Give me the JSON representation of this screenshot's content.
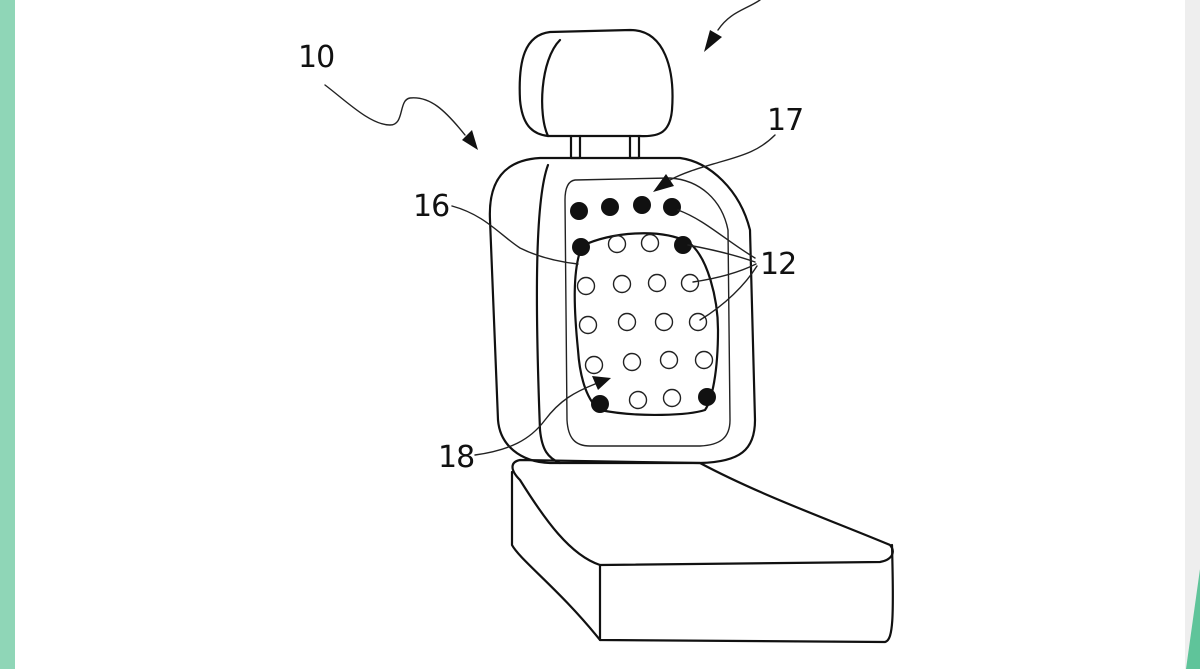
{
  "colors": {
    "band": "#8fd6b7",
    "band_right": "#eeeeee",
    "accent": "#5fc49a",
    "ink": "#111111"
  },
  "reference_numerals": {
    "seat": "10",
    "sensor": "12",
    "region_outline": "16",
    "upper_sensor_row": "17",
    "lower_region": "18"
  }
}
